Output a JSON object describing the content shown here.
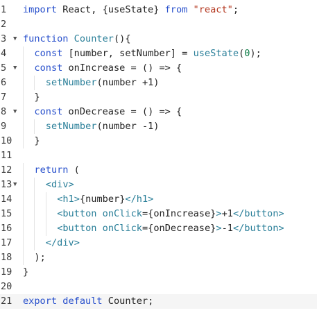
{
  "editor": {
    "lines": [
      {
        "n": "1",
        "fold": false,
        "indent": 0,
        "tokens": [
          {
            "t": "import",
            "c": "kw"
          },
          {
            "t": " React, {useState} ",
            "c": "pl"
          },
          {
            "t": "from",
            "c": "kw"
          },
          {
            "t": " ",
            "c": "pl"
          },
          {
            "t": "\"react\"",
            "c": "str"
          },
          {
            "t": ";",
            "c": "pl"
          }
        ]
      },
      {
        "n": "2",
        "fold": false,
        "indent": 0,
        "tokens": []
      },
      {
        "n": "3",
        "fold": true,
        "indent": 0,
        "tokens": [
          {
            "t": "function",
            "c": "kw"
          },
          {
            "t": " ",
            "c": "pl"
          },
          {
            "t": "Counter",
            "c": "fn"
          },
          {
            "t": "(){",
            "c": "pl"
          }
        ]
      },
      {
        "n": "4",
        "fold": false,
        "indent": 1,
        "tokens": [
          {
            "t": "const",
            "c": "kw"
          },
          {
            "t": " [number, setNumber] = ",
            "c": "pl"
          },
          {
            "t": "useState",
            "c": "fn"
          },
          {
            "t": "(",
            "c": "pl"
          },
          {
            "t": "0",
            "c": "num"
          },
          {
            "t": ");",
            "c": "pl"
          }
        ]
      },
      {
        "n": "5",
        "fold": true,
        "indent": 1,
        "tokens": [
          {
            "t": "const",
            "c": "kw"
          },
          {
            "t": " onIncrease = () => {",
            "c": "pl"
          }
        ]
      },
      {
        "n": "6",
        "fold": false,
        "indent": 2,
        "tokens": [
          {
            "t": "setNumber",
            "c": "fn"
          },
          {
            "t": "(number +1)",
            "c": "pl"
          }
        ]
      },
      {
        "n": "7",
        "fold": false,
        "indent": 1,
        "tokens": [
          {
            "t": "}",
            "c": "pl"
          }
        ]
      },
      {
        "n": "8",
        "fold": true,
        "indent": 1,
        "tokens": [
          {
            "t": "const",
            "c": "kw"
          },
          {
            "t": " onDecrease = () => {",
            "c": "pl"
          }
        ]
      },
      {
        "n": "9",
        "fold": false,
        "indent": 2,
        "tokens": [
          {
            "t": "setNumber",
            "c": "fn"
          },
          {
            "t": "(number -1)",
            "c": "pl"
          }
        ]
      },
      {
        "n": "10",
        "fold": false,
        "indent": 1,
        "tokens": [
          {
            "t": "}",
            "c": "pl"
          }
        ]
      },
      {
        "n": "11",
        "fold": false,
        "indent": 0,
        "tokens": []
      },
      {
        "n": "12",
        "fold": false,
        "indent": 1,
        "tokens": [
          {
            "t": "return",
            "c": "kw"
          },
          {
            "t": " (",
            "c": "pl"
          }
        ]
      },
      {
        "n": "13",
        "fold": true,
        "indent": 2,
        "tokens": [
          {
            "t": "<div>",
            "c": "tag"
          }
        ]
      },
      {
        "n": "14",
        "fold": false,
        "indent": 3,
        "tokens": [
          {
            "t": "<h1>",
            "c": "tag"
          },
          {
            "t": "{number}",
            "c": "pl"
          },
          {
            "t": "</h1>",
            "c": "tag"
          }
        ]
      },
      {
        "n": "15",
        "fold": false,
        "indent": 3,
        "tokens": [
          {
            "t": "<button",
            "c": "tag"
          },
          {
            "t": " ",
            "c": "pl"
          },
          {
            "t": "onClick",
            "c": "attr"
          },
          {
            "t": "={onIncrease}",
            "c": "pl"
          },
          {
            "t": ">",
            "c": "tag"
          },
          {
            "t": "+1",
            "c": "pl"
          },
          {
            "t": "</button>",
            "c": "tag"
          }
        ]
      },
      {
        "n": "16",
        "fold": false,
        "indent": 3,
        "tokens": [
          {
            "t": "<button",
            "c": "tag"
          },
          {
            "t": " ",
            "c": "pl"
          },
          {
            "t": "onClick",
            "c": "attr"
          },
          {
            "t": "={onDecrease}",
            "c": "pl"
          },
          {
            "t": ">",
            "c": "tag"
          },
          {
            "t": "-1",
            "c": "pl"
          },
          {
            "t": "</button>",
            "c": "tag"
          }
        ]
      },
      {
        "n": "17",
        "fold": false,
        "indent": 2,
        "tokens": [
          {
            "t": "</div>",
            "c": "tag"
          }
        ]
      },
      {
        "n": "18",
        "fold": false,
        "indent": 1,
        "tokens": [
          {
            "t": ");",
            "c": "pl"
          }
        ]
      },
      {
        "n": "19",
        "fold": false,
        "indent": 0,
        "tokens": [
          {
            "t": "}",
            "c": "pl"
          }
        ]
      },
      {
        "n": "20",
        "fold": false,
        "indent": 0,
        "tokens": []
      },
      {
        "n": "21",
        "fold": false,
        "indent": 0,
        "active": true,
        "tokens": [
          {
            "t": "export",
            "c": "kw"
          },
          {
            "t": " ",
            "c": "pl"
          },
          {
            "t": "default",
            "c": "kw"
          },
          {
            "t": " Counter;",
            "c": "pl"
          }
        ]
      }
    ],
    "fold_marker": "▼",
    "colors": {
      "keyword": "#2850cc",
      "string": "#b4371f",
      "function": "#2a7f99",
      "number": "#0a7a44",
      "text": "#222222",
      "active_line_bg": "#f5f5f5"
    }
  }
}
